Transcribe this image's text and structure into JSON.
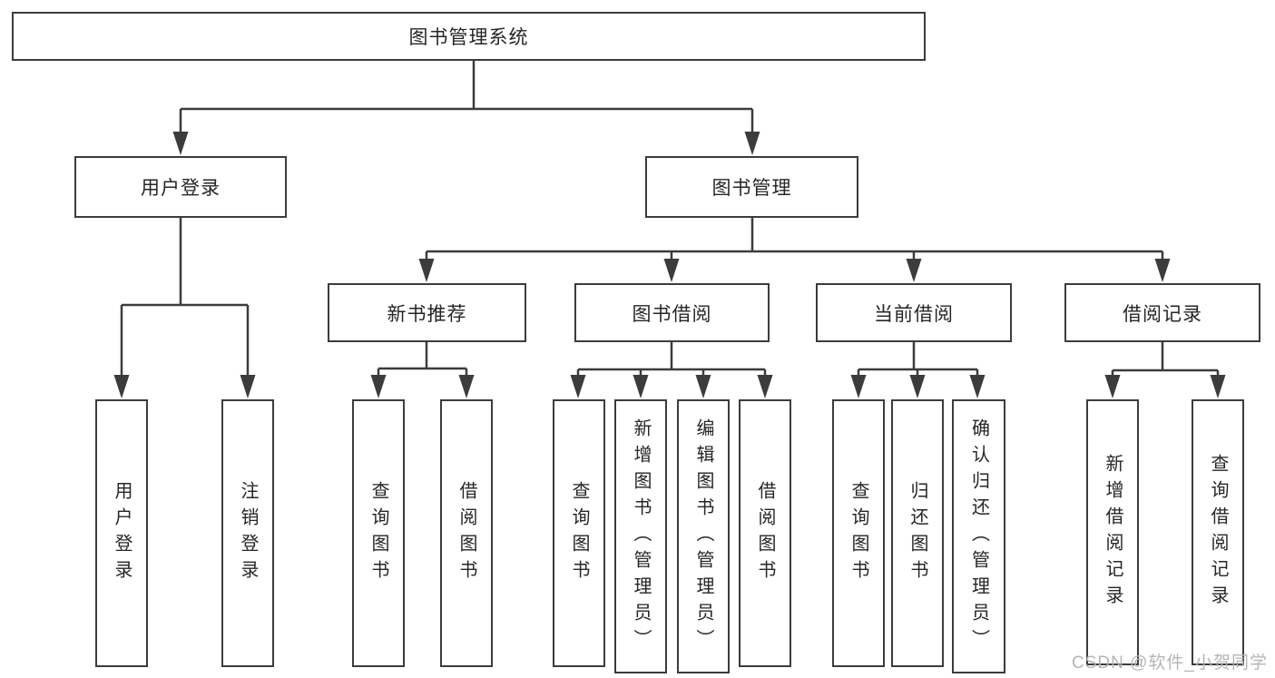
{
  "tree": {
    "root": {
      "label": "图书管理系统"
    },
    "branches": [
      {
        "label": "用户登录",
        "children": [
          {
            "label": "用户登录"
          },
          {
            "label": "注销登录"
          }
        ]
      },
      {
        "label": "图书管理",
        "sections": [
          {
            "label": "新书推荐",
            "children": [
              {
                "label": "查询图书"
              },
              {
                "label": "借阅图书"
              }
            ]
          },
          {
            "label": "图书借阅",
            "children": [
              {
                "label": "查询图书"
              },
              {
                "label": "新增图书（管理员）"
              },
              {
                "label": "编辑图书（管理员）"
              },
              {
                "label": "借阅图书"
              }
            ]
          },
          {
            "label": "当前借阅",
            "children": [
              {
                "label": "查询图书"
              },
              {
                "label": "归还图书"
              },
              {
                "label": "确认归还（管理员）"
              }
            ]
          },
          {
            "label": "借阅记录",
            "children": [
              {
                "label": "新增借阅记录"
              },
              {
                "label": "查询借阅记录"
              }
            ]
          }
        ]
      }
    ]
  },
  "watermark": {
    "text": "CSDN @软件_小贺同学"
  },
  "colors": {
    "line": "#3c3c3c",
    "text": "#262626",
    "watermark_text": "#b5b5b5",
    "background": "#ffffff"
  }
}
